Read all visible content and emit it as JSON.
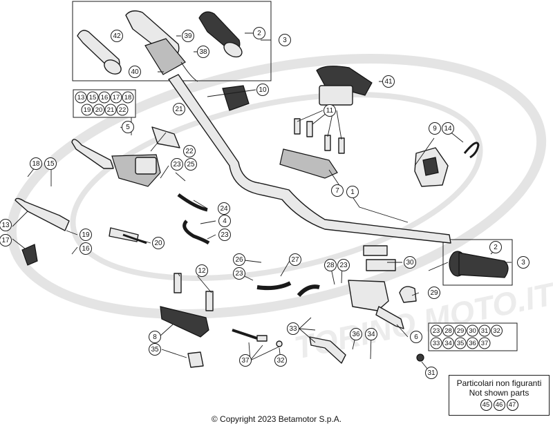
{
  "copyright": "© Copyright 2023 Betamotor S.p.A.",
  "note": {
    "line1": "Particolari non figuranti",
    "line2": "Not shown parts",
    "parts": [
      "45",
      "46",
      "47"
    ]
  },
  "callouts": [
    "1",
    "2",
    "3",
    "4",
    "5",
    "6",
    "7",
    "8",
    "9",
    "10",
    "11",
    "12",
    "13",
    "14",
    "15",
    "16",
    "17",
    "18",
    "19",
    "20",
    "21",
    "22",
    "23",
    "24",
    "25",
    "26",
    "27",
    "28",
    "29",
    "30",
    "31",
    "32",
    "33",
    "34",
    "35",
    "36",
    "37",
    "38",
    "39",
    "40",
    "41",
    "42"
  ],
  "groups": {
    "left_master_cylinder_kit": [
      "13",
      "15",
      "16",
      "17",
      "18",
      "19",
      "20",
      "21",
      "22"
    ],
    "right_master_cylinder_kit": [
      "23",
      "28",
      "29",
      "30",
      "31",
      "32",
      "33",
      "34",
      "35",
      "36",
      "37"
    ]
  },
  "colors": {
    "line": "#1a1a1a",
    "part_fill": "#e9e9e9",
    "watermark": "#e4e4e4"
  }
}
